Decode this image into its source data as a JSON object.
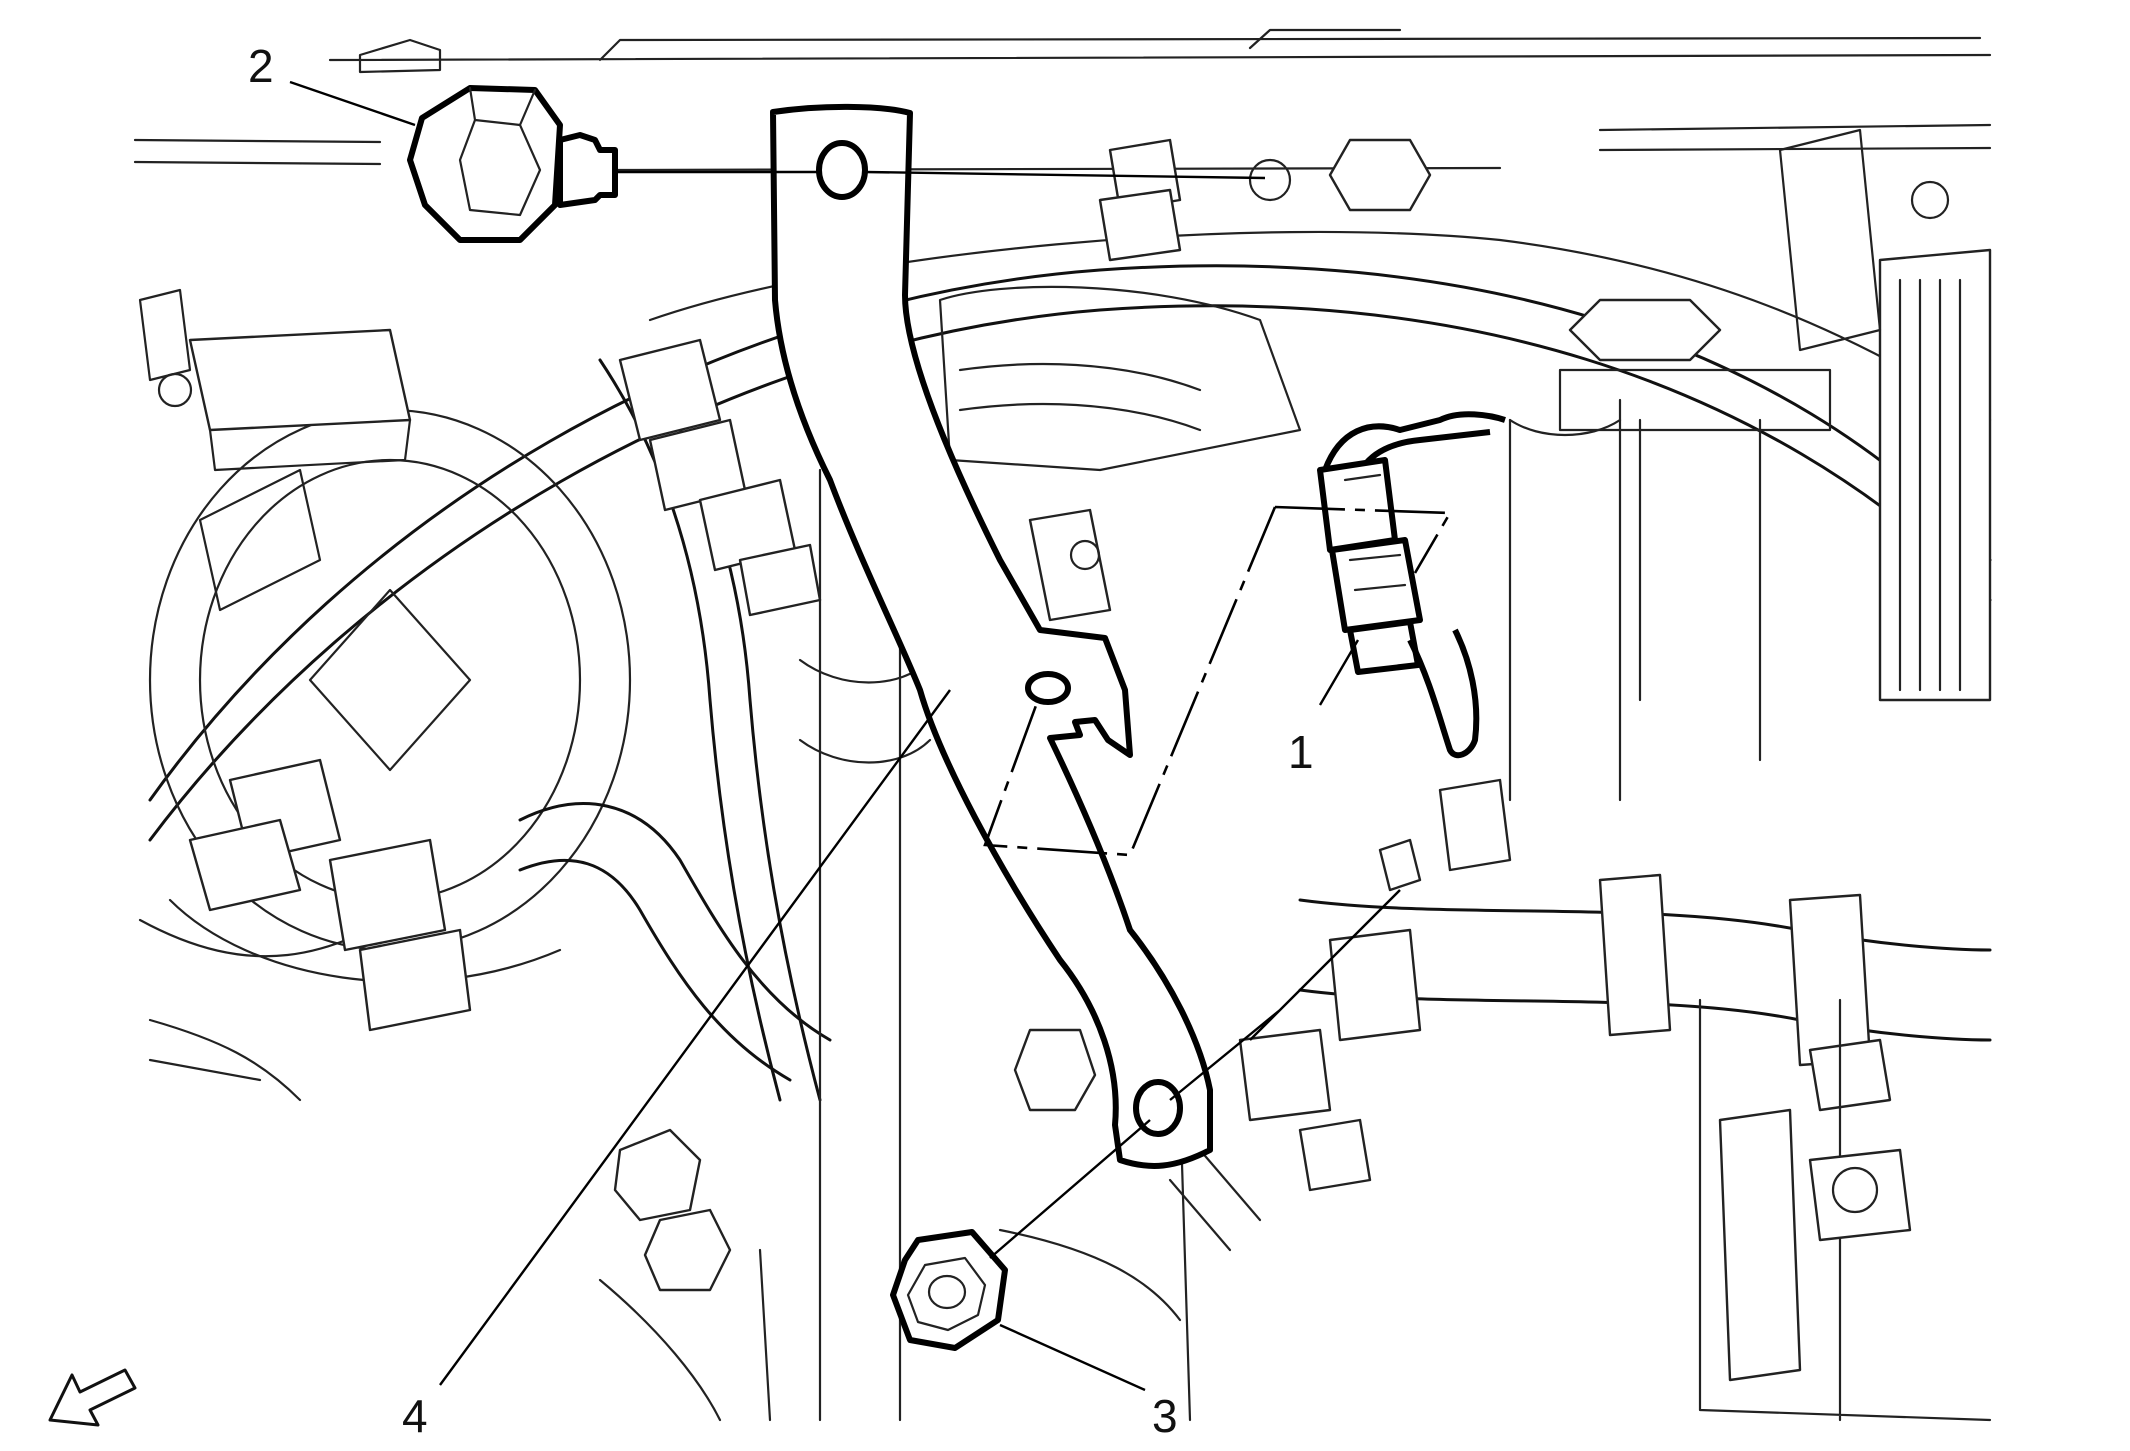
{
  "callouts": {
    "c1": "1",
    "c2": "2",
    "c3": "3",
    "c4": "4"
  },
  "colors": {
    "line": "#000000",
    "background": "#ffffff"
  },
  "icons": {
    "direction": "forward-arrow-icon"
  }
}
